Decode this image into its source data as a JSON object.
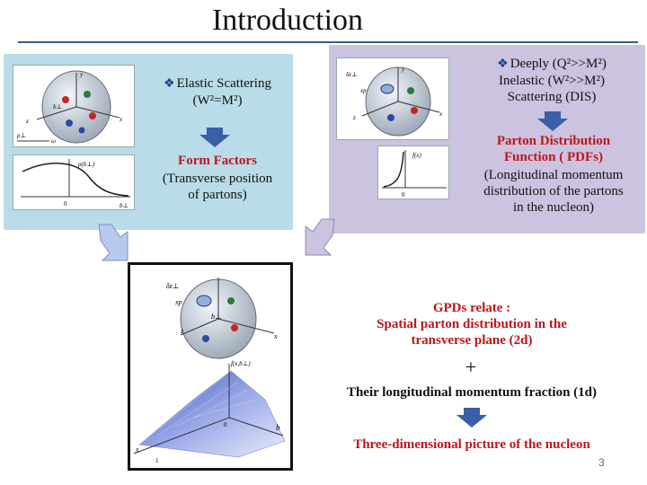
{
  "title": "Introduction",
  "left_panel": {
    "heading_line1": "Elastic Scattering",
    "heading_line2": "(W²=M²)",
    "result_line1": "Form Factors",
    "result_line2": "(Transverse position",
    "result_line3": "of partons)"
  },
  "right_panel": {
    "heading_line1": "Deeply (Q²>>M²)",
    "heading_line2": "Inelastic (W²>>M²)",
    "heading_line3": "Scattering (DIS)",
    "result_line1": "Parton Distribution",
    "result_line2": "Function ( PDFs)",
    "result_line3": "(Longitudinal momentum",
    "result_line4": "distribution  of the partons",
    "result_line5": "in the nucleon)"
  },
  "gpd": {
    "line1": "GPDs relate :",
    "line2": "Spatial parton distribution in the",
    "line3": "transverse plane (2d)",
    "plus": "+",
    "line4": "Their longitudinal momentum fraction (1d)",
    "conclusion": "Three-dimensional picture of the nucleon"
  },
  "figure_labels": {
    "left_sphere": {
      "y": "y",
      "b": "b⊥",
      "z": "z",
      "x": "x",
      "incoming": "ρ⊥",
      "omega": "ω"
    },
    "left_plot": {
      "func": "ρ(b⊥)",
      "origin": "0",
      "axis": "b⊥"
    },
    "right_sphere": {
      "dz": "δz⊥",
      "xp": "xp",
      "y": "y",
      "z": "z",
      "x": "x"
    },
    "right_plot": {
      "func": "f(x)",
      "origin": "0"
    },
    "bottom_sphere": {
      "dz": "δz⊥",
      "xp": "xp",
      "b": "b⊥",
      "z": "z",
      "x": "x"
    },
    "bottom_plot": {
      "func": "f(x,b⊥)",
      "origin": "0",
      "b": "b",
      "x": "x",
      "one": "1"
    }
  },
  "page_number": "3",
  "colors": {
    "left_panel": "#b9dce8",
    "right_panel": "#cbc3df",
    "accent_red": "#c0151b",
    "arrow_blue": "#3a5fa8"
  }
}
